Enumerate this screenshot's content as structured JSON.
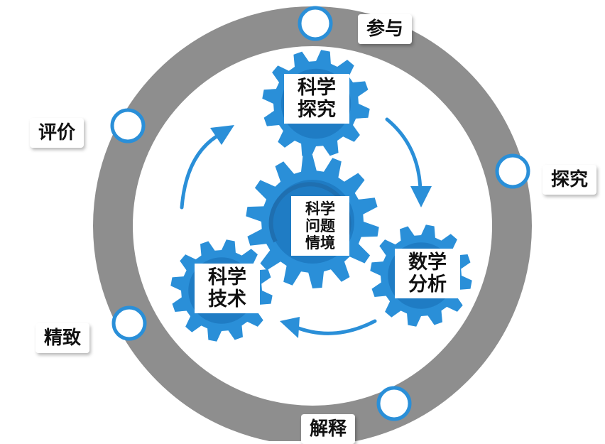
{
  "colors": {
    "ring": "#8e8e8e",
    "ring_node": "#2a8fd8",
    "gear": "#2a8fd8",
    "gear_inner": "#1f7cc4",
    "arrow": "#2a8fd8",
    "label_bg": "#ffffff",
    "label_text": "#111111"
  },
  "outer_labels": {
    "participate": "参与",
    "inquire": "探究",
    "explain": "解释",
    "elaborate": "精致",
    "evaluate": "评价"
  },
  "gears": {
    "inquiry": [
      "科学",
      "探究"
    ],
    "center": [
      "科学",
      "问题",
      "情境"
    ],
    "math": [
      "数学",
      "分析"
    ],
    "technology": [
      "科学",
      "技术"
    ]
  }
}
